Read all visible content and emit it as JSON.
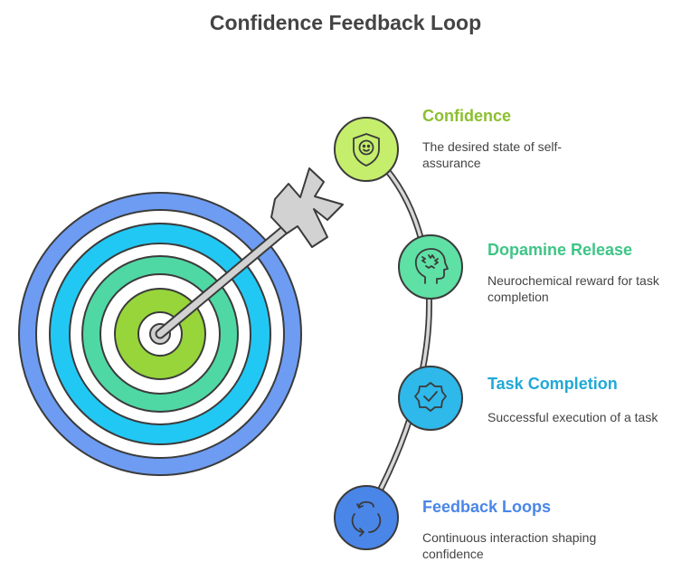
{
  "title": "Confidence Feedback Loop",
  "colors": {
    "confidence": "#8cbf2f",
    "dopamine": "#3ec586",
    "task": "#1fa9d6",
    "feedback": "#4a86e8",
    "outline": "#3b3b3b",
    "arrow": "#cfcfcf"
  },
  "items": [
    {
      "title": "Confidence",
      "description": "The desired state of self-assurance",
      "icon": "smiling-shield-icon"
    },
    {
      "title": "Dopamine Release",
      "description": "Neurochemical reward for task completion",
      "icon": "head-brain-icon"
    },
    {
      "title": "Task Completion",
      "description": "Successful execution of a task",
      "icon": "badge-check-icon"
    },
    {
      "title": "Feedback Loops",
      "description": "Continuous interaction shaping confidence",
      "icon": "cycle-arrows-icon"
    }
  ]
}
